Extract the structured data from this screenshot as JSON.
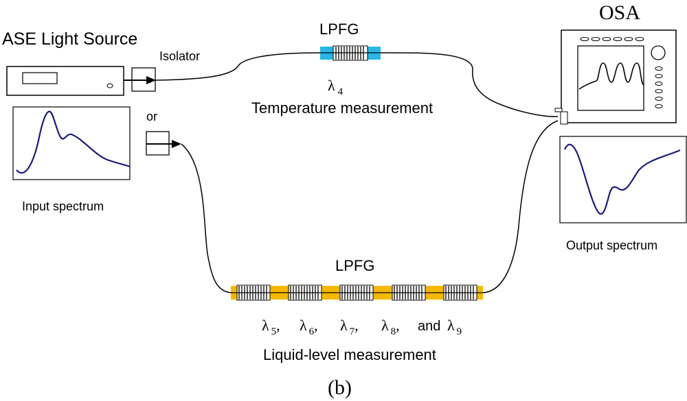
{
  "source_label": "ASE Light Source",
  "isolator_label": "Isolator",
  "or_label": "or",
  "input_spectrum_label": "Input spectrum",
  "osa_label": "OSA",
  "output_spectrum_label": "Output spectrum",
  "top_grating": {
    "label": "LPFG",
    "wavelength_symbol": "λ",
    "wavelength_index": "4",
    "measurement": "Temperature measurement"
  },
  "bottom_grating": {
    "label": "LPFG",
    "wavelengths": [
      {
        "symbol": "λ",
        "index": "5",
        "sep": ","
      },
      {
        "symbol": "λ",
        "index": "6",
        "sep": ","
      },
      {
        "symbol": "λ",
        "index": "7",
        "sep": ","
      },
      {
        "symbol": "λ",
        "index": "8",
        "sep": ","
      }
    ],
    "and_word": "and",
    "last_wavelength": {
      "symbol": "λ",
      "index": "9"
    },
    "measurement": "Liquid-level measurement"
  },
  "figure_label": "(b)",
  "colors": {
    "spectrum_curve": "#1a1a7a",
    "top_grating_highlight": "#29b6e6",
    "bottom_grating_highlight": "#f5b800",
    "line": "#000000"
  }
}
